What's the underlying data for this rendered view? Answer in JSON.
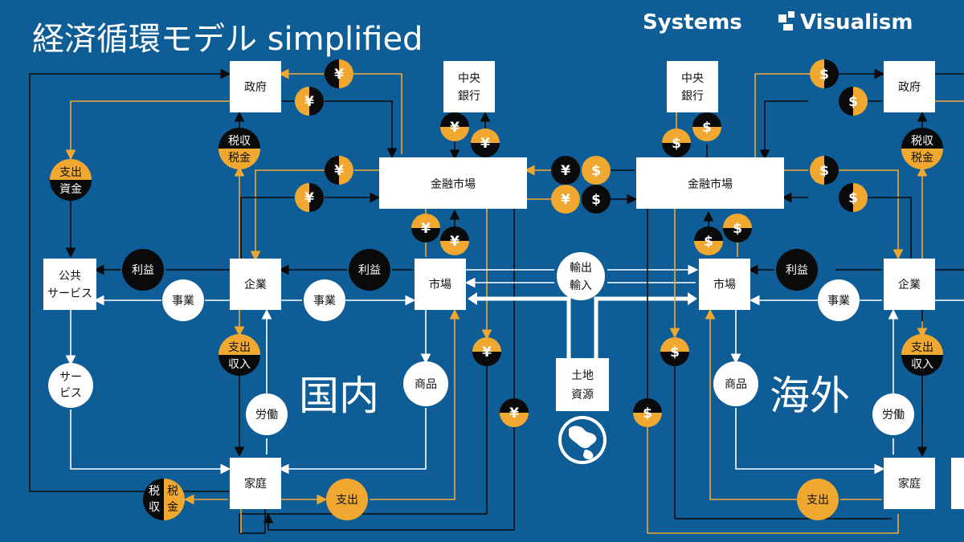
{
  "header": {
    "title": "経済循環モデル simplified",
    "brand": "Systems Visualism"
  },
  "regions": {
    "domestic": "国内",
    "foreign": "海外"
  },
  "nodes": {
    "gov": "政府",
    "central_bank": [
      "中央",
      "銀行"
    ],
    "finance": "金融市場",
    "public_service": [
      "公共",
      "サービス"
    ],
    "firm": "企業",
    "market": "市場",
    "household": "家庭",
    "trade": [
      "輸出",
      "輸入"
    ],
    "land": [
      "土地",
      "資源"
    ]
  },
  "flows": {
    "profit": "利益",
    "business": "事業",
    "goods": "商品",
    "labor": "労働",
    "service": [
      "サー",
      "ビス"
    ],
    "spend": "支出",
    "tax": [
      "税収",
      "税金"
    ],
    "tax_vert": [
      "税",
      "収",
      "税",
      "金"
    ],
    "spend_funds": [
      "支出",
      "資金"
    ],
    "spend_income": [
      "支出",
      "収入"
    ]
  },
  "currency": {
    "yen": "¥",
    "dollar": "$"
  },
  "colors": {
    "background": "#0f5d97",
    "money": "#f0a830",
    "dark": "#0a0a0a",
    "node": "#ffffff"
  }
}
